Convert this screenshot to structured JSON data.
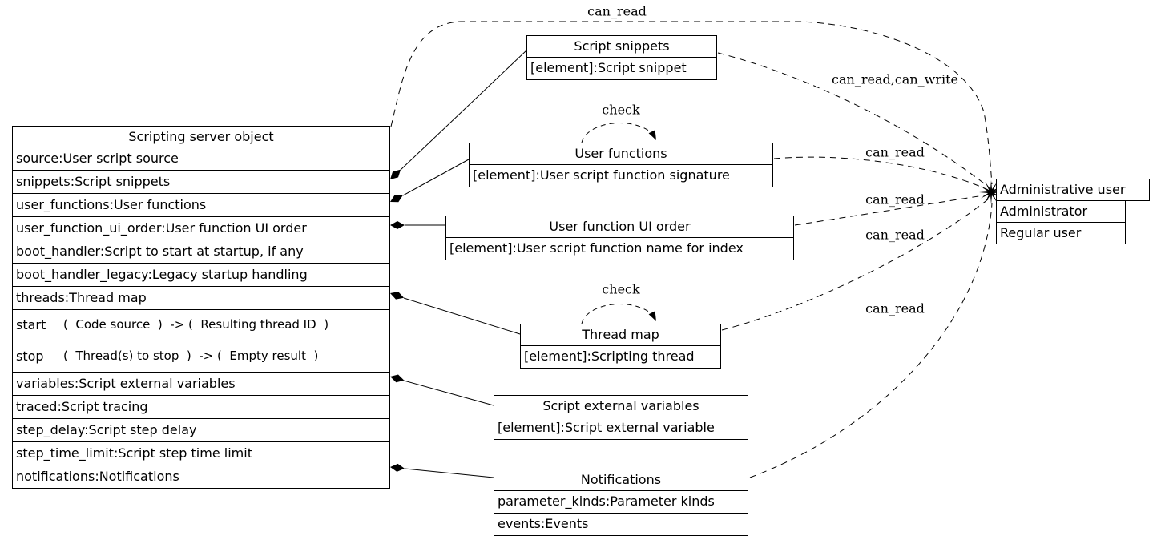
{
  "main_object": {
    "title": "Scripting server object",
    "rows": [
      "source:User script source",
      "snippets:Script snippets",
      "user_functions:User functions",
      "user_function_ui_order:User function UI order",
      "boot_handler:Script to start at startup, if any",
      "boot_handler_legacy:Legacy startup handling",
      "threads:Thread map",
      "variables:Script external variables",
      "traced:Script tracing",
      "step_delay:Script step delay",
      "step_time_limit:Script step time limit",
      "notifications:Notifications"
    ],
    "methods": {
      "start_name": "start",
      "start_sig": "(  Code source  )  -> (  Resulting thread ID  )",
      "stop_name": "stop",
      "stop_sig": "(  Thread(s) to stop  )  -> (  Empty result  )"
    }
  },
  "nodes": {
    "script_snippets": {
      "title": "Script snippets",
      "rows": [
        "[element]:Script snippet"
      ]
    },
    "user_functions": {
      "title": "User functions",
      "rows": [
        "[element]:User script function signature"
      ]
    },
    "ui_order": {
      "title": "User function UI order",
      "rows": [
        "[element]:User script function name for index"
      ]
    },
    "thread_map": {
      "title": "Thread map",
      "rows": [
        "[element]:Scripting thread"
      ]
    },
    "variables": {
      "title": "Script external variables",
      "rows": [
        "[element]:Script external variable"
      ]
    },
    "notifications": {
      "title": "Notifications",
      "rows": [
        "parameter_kinds:Parameter kinds",
        "events:Events"
      ]
    }
  },
  "admin": {
    "title": "Administrative user",
    "roles": [
      "Administrator",
      "Regular user"
    ]
  },
  "edge_labels": {
    "main_perm": "can_read",
    "snippets_perm": "can_read,can_write",
    "user_functions_perm": "can_read",
    "ui_order_perm": "can_read",
    "thread_map_perm": "can_read",
    "notifications_perm": "can_read",
    "check_user_functions": "check",
    "check_thread_map": "check"
  },
  "colors": {
    "line": "#000000",
    "background": "#ffffff"
  }
}
